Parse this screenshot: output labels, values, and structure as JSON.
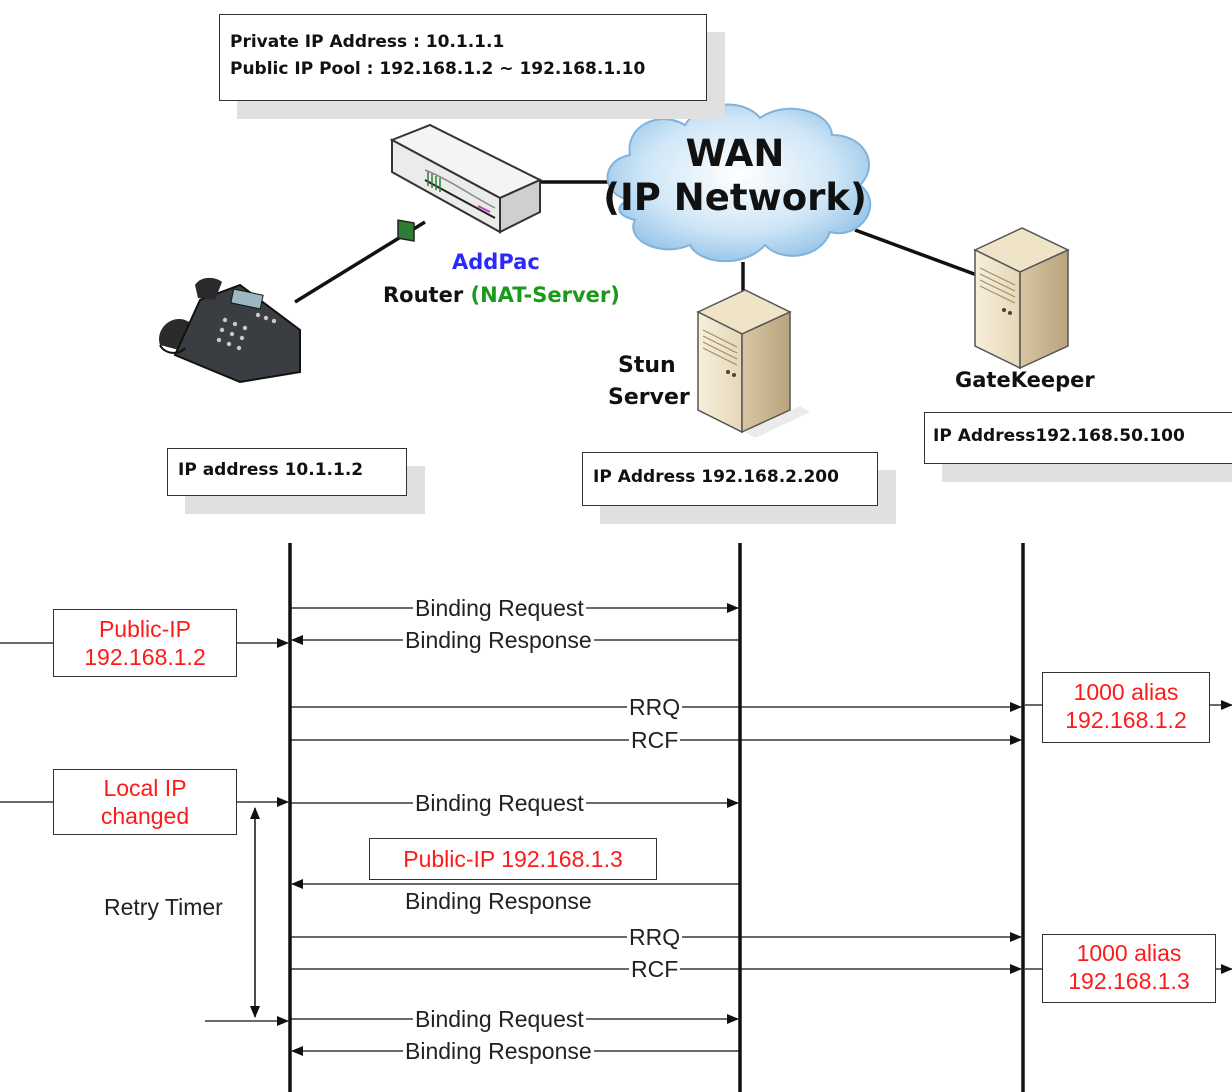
{
  "router_info": {
    "line1": "Private IP Address : 10.1.1.1",
    "line2": "Public IP Pool : 192.168.1.2 ~ 192.168.1.10"
  },
  "wan": {
    "line1": "WAN",
    "line2": "(IP Network)"
  },
  "router": {
    "brand": "AddPac",
    "name": "Router",
    "role": "(NAT-Server)"
  },
  "stun": {
    "line1": "Stun",
    "line2": "Server",
    "ip": "IP Address 192.168.2.200"
  },
  "gatekeeper": {
    "name": "GateKeeper",
    "ip": "IP Address192.168.50.100"
  },
  "phone": {
    "ip": "IP address 10.1.1.2"
  },
  "messages": {
    "binding_request": "Binding Request",
    "binding_response": "Binding Response",
    "rrq": "RRQ",
    "rcf": "RCF"
  },
  "notes": {
    "public_ip_1": {
      "line1": "Public-IP",
      "line2": "192.168.1.2"
    },
    "alias_1": {
      "line1": "1000 alias",
      "line2": "192.168.1.2"
    },
    "local_ip_changed": {
      "line1": "Local IP",
      "line2": "changed"
    },
    "public_ip_2": "Public-IP 192.168.1.3",
    "retry_timer": "Retry Timer",
    "alias_2": {
      "line1": "1000 alias",
      "line2": "192.168.1.3"
    }
  },
  "colors": {
    "blue": "#2a2aff",
    "green": "#1a9a1a",
    "red": "#ff1a1a"
  }
}
